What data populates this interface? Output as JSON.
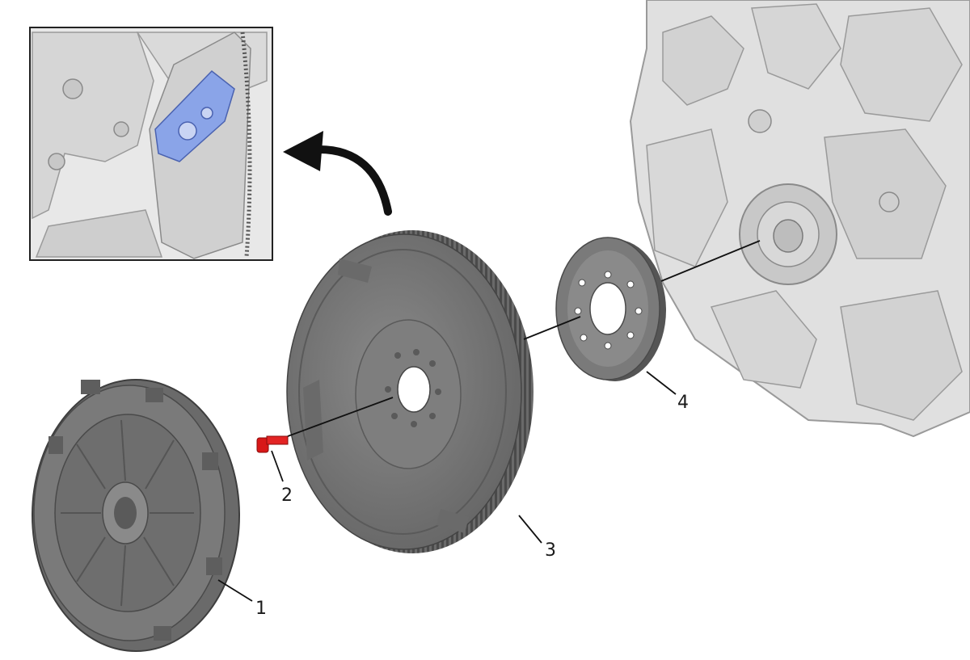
{
  "callouts": {
    "c1": "1",
    "c2": "2",
    "c3": "3",
    "c4": "4"
  },
  "parts": [
    {
      "id": "clutch-pressure-plate",
      "callout": "1"
    },
    {
      "id": "flywheel-bolt",
      "callout": "2"
    },
    {
      "id": "flywheel",
      "callout": "3"
    },
    {
      "id": "crankshaft-spacer",
      "callout": "4"
    }
  ],
  "colors": {
    "part_gray": "#7a7a7a",
    "part_dark": "#5c5c5c",
    "engine_light": "#dcdcdc",
    "bolt_red": "#d81818",
    "highlight_blue": "#8aa4e8",
    "arrow_black": "#111111"
  },
  "icons": {
    "direction_arrow": "curved-arrow-icon"
  }
}
